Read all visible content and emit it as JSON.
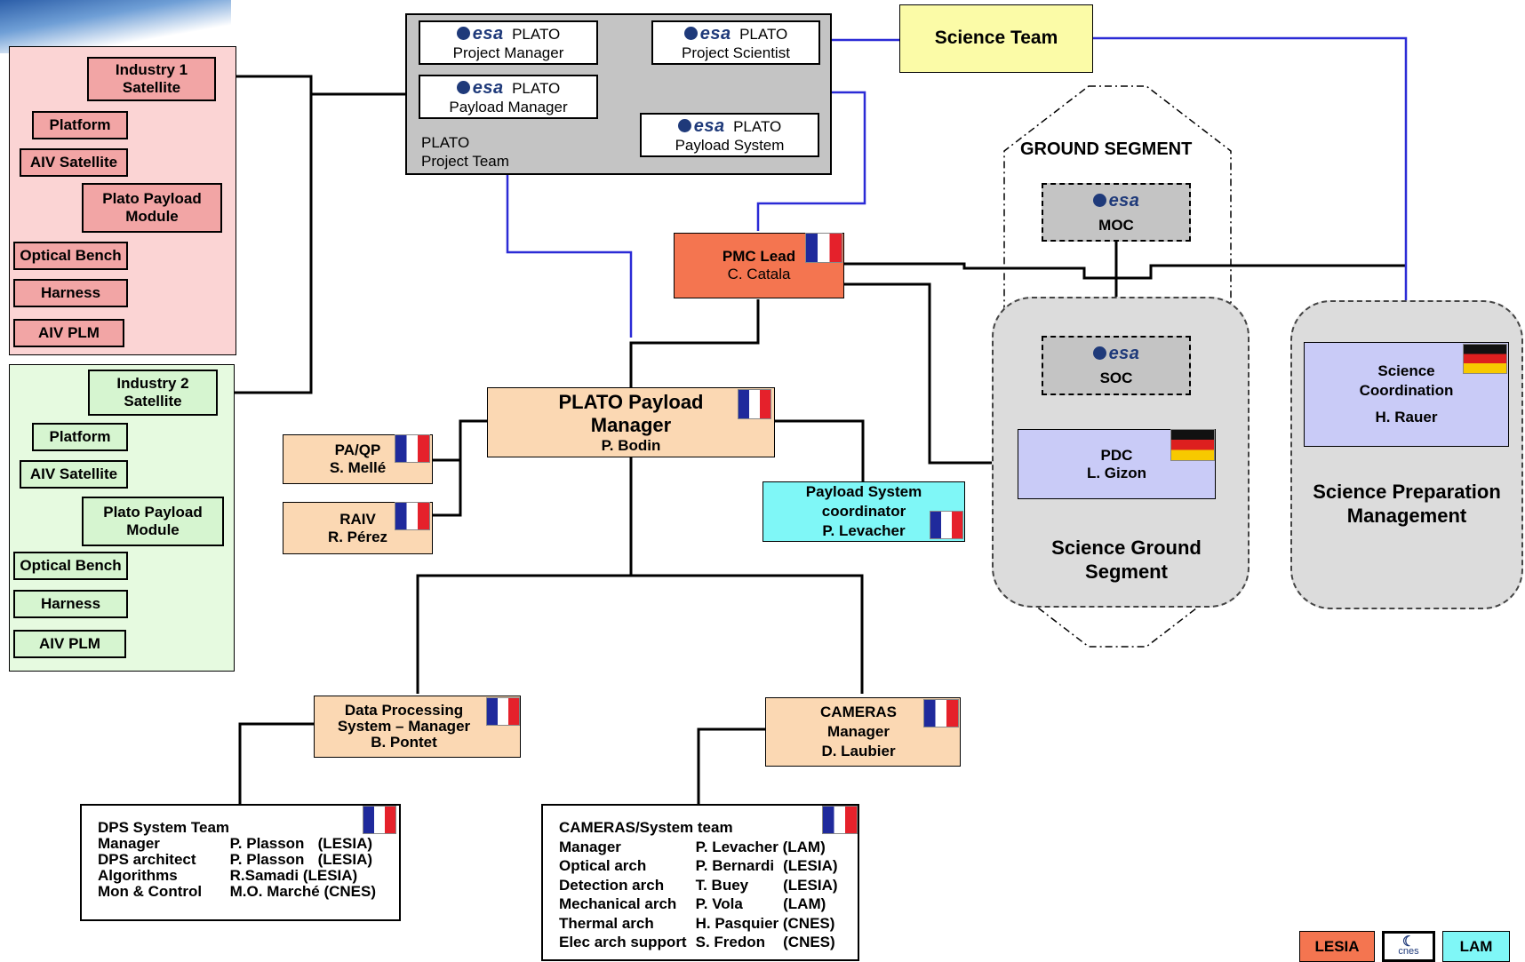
{
  "plato_team": {
    "project_manager": {
      "org": "esa",
      "title": "PLATO",
      "role": "Project Manager"
    },
    "project_scientist": {
      "org": "esa",
      "title": "PLATO",
      "role": "Project Scientist"
    },
    "payload_manager": {
      "org": "esa",
      "title": "PLATO",
      "role": "Payload Manager"
    },
    "payload_system": {
      "org": "esa",
      "title": "PLATO",
      "role": "Payload System"
    },
    "label_line1": "PLATO",
    "label_line2": "Project Team"
  },
  "science_team": "Science Team",
  "industry1": {
    "title": "Industry 1 Satellite",
    "items": [
      "Platform",
      "AIV Satellite",
      "Plato Payload Module",
      "Optical Bench",
      "Harness",
      "AIV PLM"
    ]
  },
  "industry2": {
    "title": "Industry 2 Satellite",
    "items": [
      "Platform",
      "AIV Satellite",
      "Plato Payload Module",
      "Optical Bench",
      "Harness",
      "AIV PLM"
    ]
  },
  "ground_segment": {
    "title": "GROUND SEGMENT",
    "moc": {
      "org": "esa",
      "label": "MOC"
    },
    "soc": {
      "org": "esa",
      "label": "SOC"
    }
  },
  "pmc_lead": {
    "title": "PMC Lead",
    "name": "C. Catala"
  },
  "payload_manager": {
    "title1": "PLATO Payload",
    "title2": "Manager",
    "name": "P. Bodin"
  },
  "paqp": {
    "title": "PA/QP",
    "name": "S. Mellé"
  },
  "raiv": {
    "title": "RAIV",
    "name": "R. Pérez"
  },
  "ps_coordinator": {
    "title1": "Payload System",
    "title2": "coordinator",
    "name": "P. Levacher"
  },
  "pdc": {
    "title": "PDC",
    "name": "L. Gizon"
  },
  "science_ground_segment": {
    "line1": "Science Ground",
    "line2": "Segment"
  },
  "science_coordination": {
    "title1": "Science",
    "title2": "Coordination",
    "name": "H. Rauer"
  },
  "science_prep": {
    "line1": "Science Preparation",
    "line2": "Management"
  },
  "dps_manager": {
    "title1": "Data Processing",
    "title2": "System – Manager",
    "name": "B. Pontet"
  },
  "cameras_manager": {
    "title1": "CAMERAS",
    "title2": "Manager",
    "name": "D. Laubier"
  },
  "dps_team": {
    "title": "DPS System Team",
    "rows": [
      [
        "Manager",
        "P. Plasson",
        "(LESIA)"
      ],
      [
        "DPS architect",
        "P. Plasson",
        "(LESIA)"
      ],
      [
        "Algorithms",
        "R.Samadi (LESIA)",
        ""
      ],
      [
        "Mon & Control",
        "M.O. Marché (CNES)",
        ""
      ]
    ]
  },
  "cameras_team": {
    "title": "CAMERAS/System team",
    "rows": [
      [
        "Manager",
        "P. Levacher (LAM)",
        ""
      ],
      [
        "Optical arch",
        "P. Bernardi",
        "(LESIA)"
      ],
      [
        "Detection arch",
        "T. Buey",
        "(LESIA)"
      ],
      [
        "Mechanical arch",
        "P. Vola",
        "(LAM)"
      ],
      [
        "Thermal arch",
        "H. Pasquier (CNES)",
        ""
      ],
      [
        "Elec arch support",
        "S. Fredon",
        "(CNES)"
      ]
    ]
  },
  "legend": {
    "lesia": "LESIA",
    "cnes": "cnes",
    "lam": "LAM"
  },
  "colors": {
    "esa_blue": "#1f3a7a",
    "link_blue": "#2b2bd6",
    "lesia": "#f47550",
    "lam": "#7ff7f7"
  }
}
